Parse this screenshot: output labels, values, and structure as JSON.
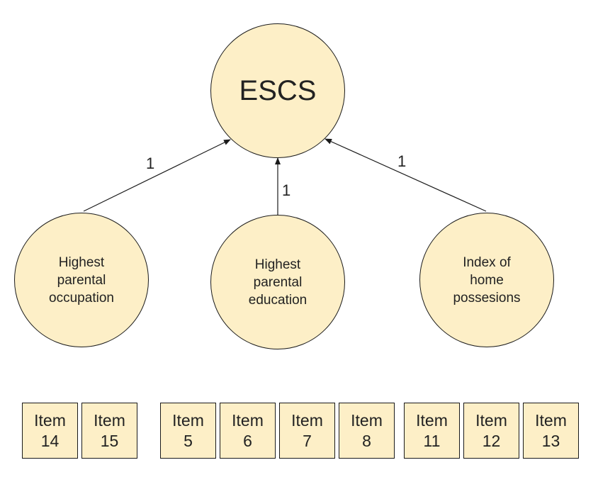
{
  "diagram": {
    "root": {
      "label": "ESCS"
    },
    "indicators": [
      {
        "label": "Highest\nparental\noccupation",
        "weight": "1"
      },
      {
        "label": "Highest\nparental\neducation",
        "weight": "1"
      },
      {
        "label": "Index of\nhome\npossesions",
        "weight": "1"
      }
    ],
    "items": [
      {
        "label": "Item\n14"
      },
      {
        "label": "Item\n15"
      },
      {
        "label": "Item\n5"
      },
      {
        "label": "Item\n6"
      },
      {
        "label": "Item\n7"
      },
      {
        "label": "Item\n8"
      },
      {
        "label": "Item\n11"
      },
      {
        "label": "Item\n12"
      },
      {
        "label": "Item\n13"
      }
    ]
  },
  "colors": {
    "node_fill": "#fdefc7",
    "stroke": "#1a1a1a",
    "text": "#222222"
  }
}
